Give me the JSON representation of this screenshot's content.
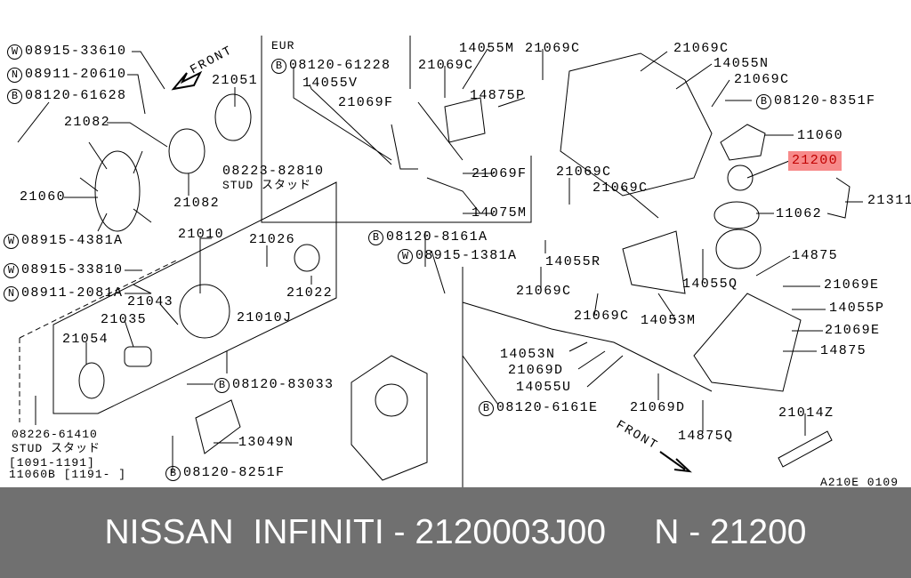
{
  "footer": {
    "text": "NISSAN  INFINITI - 2120003J00     N - 21200"
  },
  "diagram_code": "A210E 0109",
  "highlighted_part": "21200",
  "front_label": "FRONT",
  "stud_label": "STUD スタッド",
  "labels": [
    {
      "mark": "W",
      "no": "08915-33610"
    },
    {
      "mark": "N",
      "no": "08911-20610"
    },
    {
      "mark": "B",
      "no": "08120-61628"
    },
    {
      "no": "21051"
    },
    {
      "no": "21082"
    },
    {
      "no": "21060"
    },
    {
      "no": "21082"
    },
    {
      "no": "08223-82810"
    },
    {
      "mark": "W",
      "no": "08915-4381A"
    },
    {
      "no": "21010"
    },
    {
      "no": "21026"
    },
    {
      "mark": "W",
      "no": "08915-33810"
    },
    {
      "mark": "N",
      "no": "08911-2081A"
    },
    {
      "no": "21043"
    },
    {
      "no": "21022"
    },
    {
      "no": "21035"
    },
    {
      "no": "21010J"
    },
    {
      "no": "21054"
    },
    {
      "mark": "B",
      "no": "08120-83033"
    },
    {
      "no": "08226-61410"
    },
    {
      "no": "[1091-1191]"
    },
    {
      "no": "11060B [1191-     ]"
    },
    {
      "no": "13049N"
    },
    {
      "mark": "B",
      "no": "08120-8251F"
    },
    {
      "no": "EUR"
    },
    {
      "mark": "B",
      "no": "08120-61228"
    },
    {
      "no": "14055V"
    },
    {
      "no": "14055M"
    },
    {
      "no": "21069C"
    },
    {
      "no": "21069C"
    },
    {
      "no": "14875P"
    },
    {
      "no": "21069F"
    },
    {
      "no": "21069F"
    },
    {
      "no": "14075M"
    },
    {
      "mark": "B",
      "no": "08120-8161A"
    },
    {
      "mark": "W",
      "no": "08915-1381A"
    },
    {
      "no": "21069C"
    },
    {
      "no": "21069C"
    },
    {
      "no": "14055R"
    },
    {
      "no": "21069C"
    },
    {
      "no": "21069C"
    },
    {
      "no": "14053M"
    },
    {
      "no": "14055Q"
    },
    {
      "no": "14053N"
    },
    {
      "no": "21069D"
    },
    {
      "no": "14055U"
    },
    {
      "mark": "B",
      "no": "08120-6161E"
    },
    {
      "no": "21069D"
    },
    {
      "no": "14875Q"
    },
    {
      "no": "21069C"
    },
    {
      "no": "14055N"
    },
    {
      "no": "21069C"
    },
    {
      "mark": "B",
      "no": "08120-8351F"
    },
    {
      "no": "11060"
    },
    {
      "no": "21311"
    },
    {
      "no": "11062"
    },
    {
      "no": "14875"
    },
    {
      "no": "21069E"
    },
    {
      "no": "14055P"
    },
    {
      "no": "21069E"
    },
    {
      "no": "14875"
    },
    {
      "no": "21014Z"
    }
  ]
}
